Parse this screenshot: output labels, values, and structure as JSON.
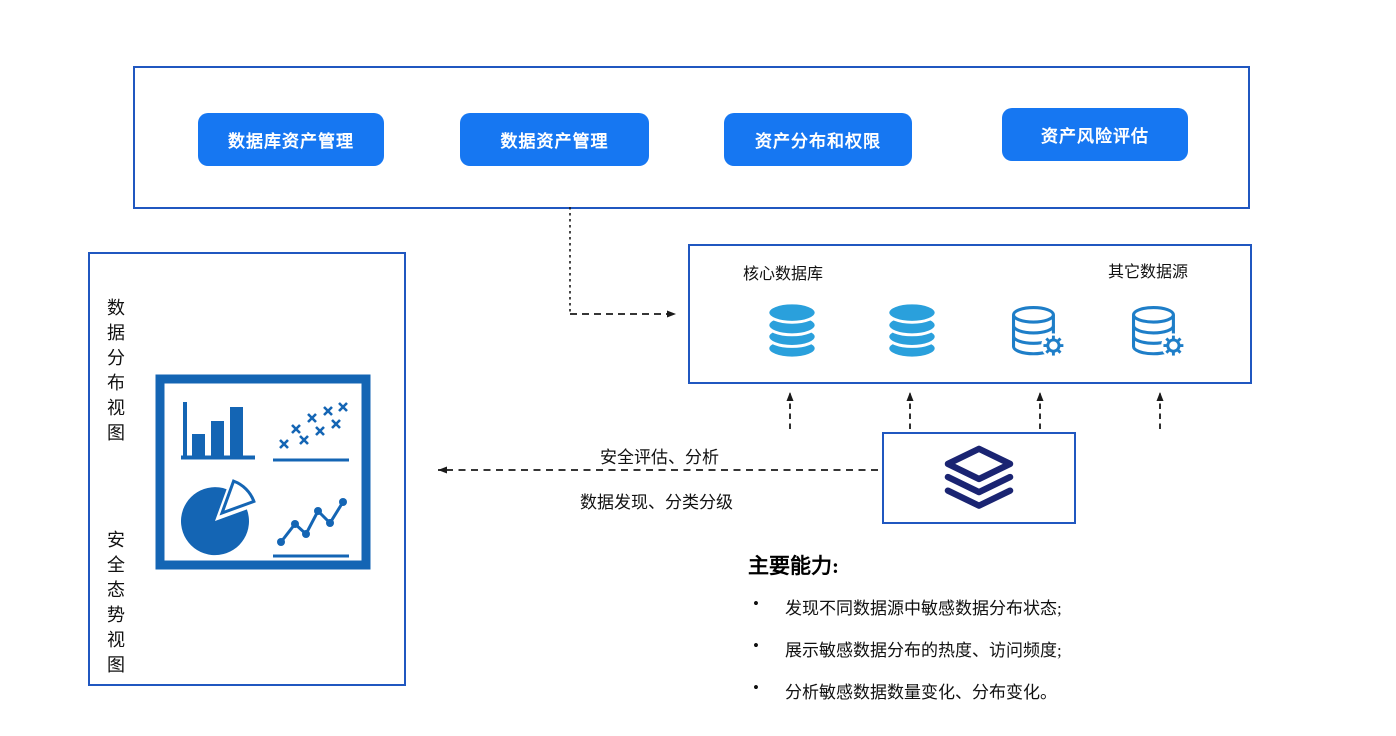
{
  "top_panel": {
    "buttons": [
      {
        "label": "数据库资产管理"
      },
      {
        "label": "数据资产管理"
      },
      {
        "label": "资产分布和权限"
      },
      {
        "label": "资产风险评估"
      }
    ]
  },
  "left_panel": {
    "label_top": "数据分布视图",
    "label_bottom": "安全态势视图"
  },
  "datasource_panel": {
    "core_label": "核心数据库",
    "other_label": "其它数据源"
  },
  "flow": {
    "label_top": "安全评估、分析",
    "label_bottom": "数据发现、分类分级"
  },
  "capabilities": {
    "title": "主要能力:",
    "bullet": "•",
    "items": [
      "发现不同数据源中敏感数据分布状态;",
      "展示敏感数据分布的热度、访问频度;",
      "分析敏感数据数量变化、分布变化。"
    ]
  },
  "icons": {
    "database_icon": "database-cylinder",
    "database_gear_icon": "database-with-gear",
    "engine_icon": "stacked-layers",
    "chart_board_icons": [
      "bar-chart",
      "scatter-plot",
      "pie-chart",
      "line-chart"
    ]
  },
  "colors": {
    "button_blue": "#1677F2",
    "panel_border_blue": "#2057C0",
    "database_blue": "#2AA0DC",
    "database_outline_blue": "#1E7EC8",
    "layers_navy": "#1A2472",
    "chart_blue": "#1465B4",
    "arrow_black": "#1A1A1A"
  }
}
